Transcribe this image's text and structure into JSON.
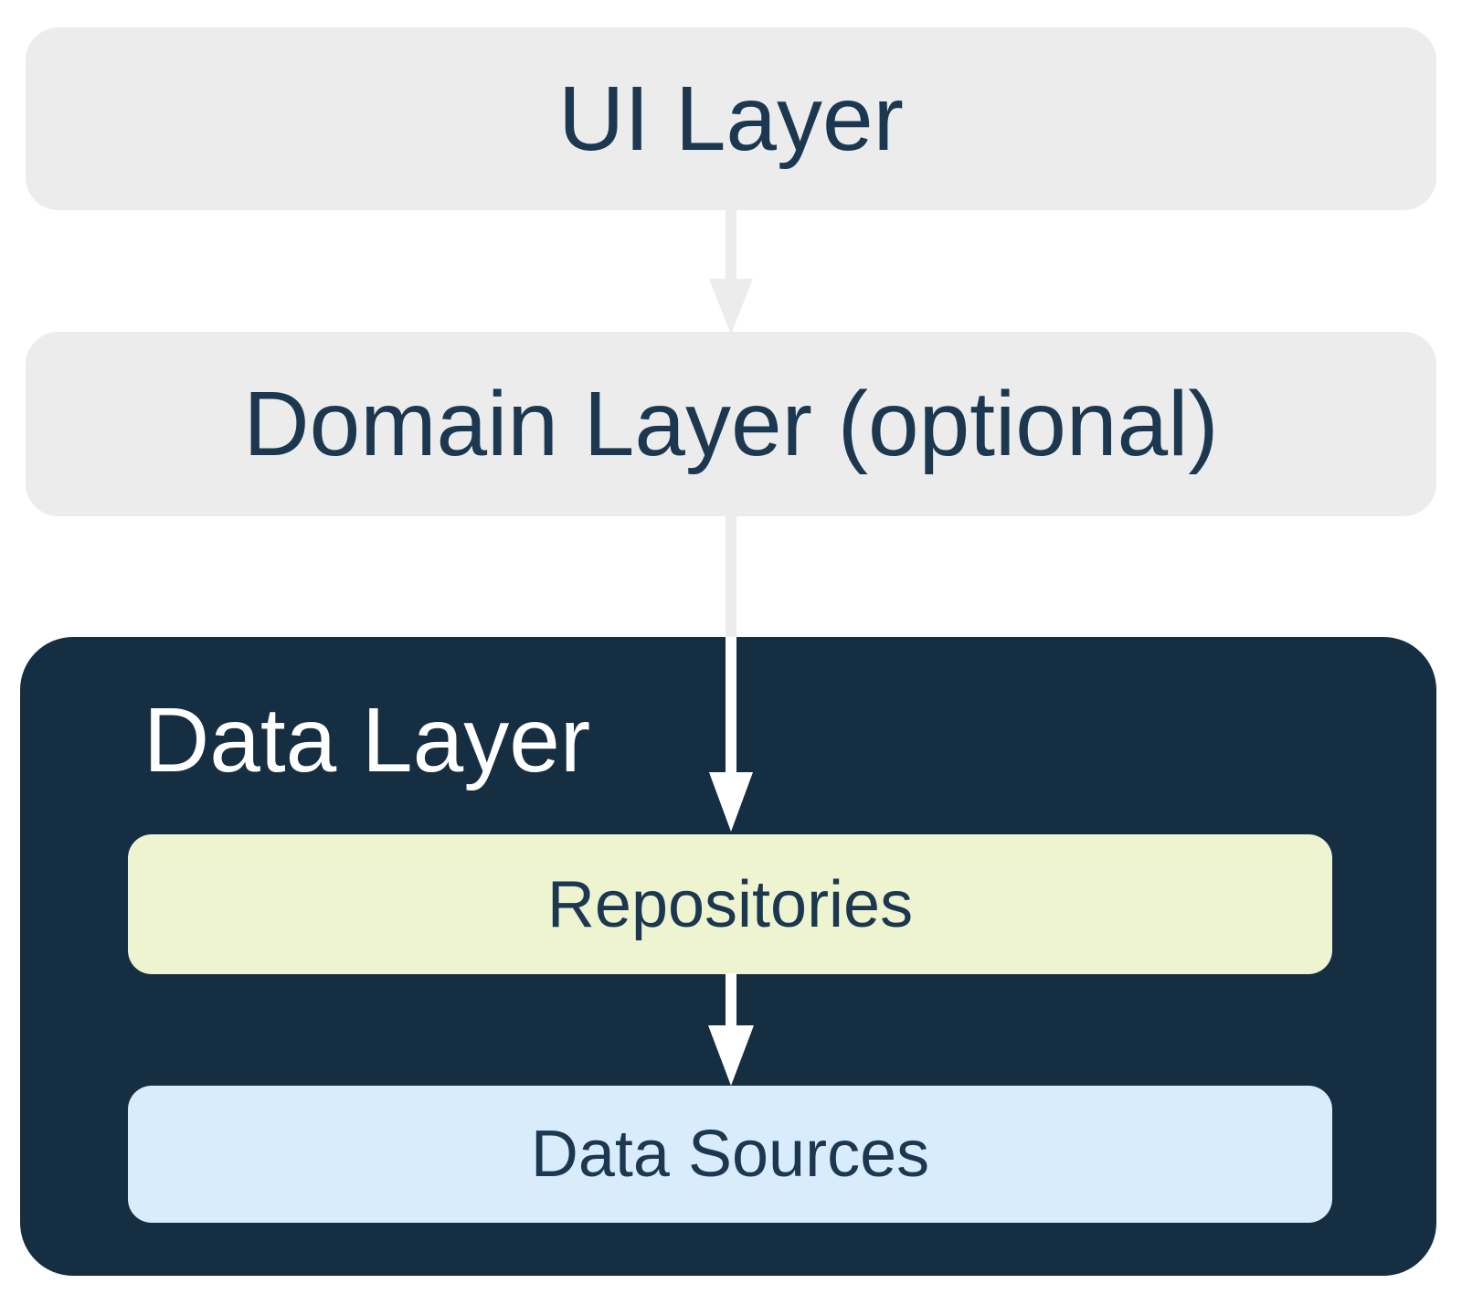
{
  "diagram": {
    "boxes": {
      "ui": {
        "label": "UI Layer",
        "bg": "#ececec",
        "text_color": "#1c3850"
      },
      "domain": {
        "label": "Domain Layer (optional)",
        "bg": "#ececec",
        "text_color": "#1c3850"
      },
      "data": {
        "label": "Data Layer",
        "bg": "#152e42",
        "text_color": "#ffffff"
      },
      "repositories": {
        "label": "Repositories",
        "bg": "#eef4d0",
        "text_color": "#1c3850"
      },
      "data_sources": {
        "label": "Data Sources",
        "bg": "#d9ecfc",
        "text_color": "#1c3850"
      }
    },
    "arrows": {
      "ui_to_domain": {
        "color": "#ececec"
      },
      "domain_to_data_outside": {
        "color": "#ececec"
      },
      "domain_to_data_inside": {
        "color": "#ffffff"
      },
      "repositories_to_data_sources": {
        "color": "#ffffff"
      }
    }
  }
}
